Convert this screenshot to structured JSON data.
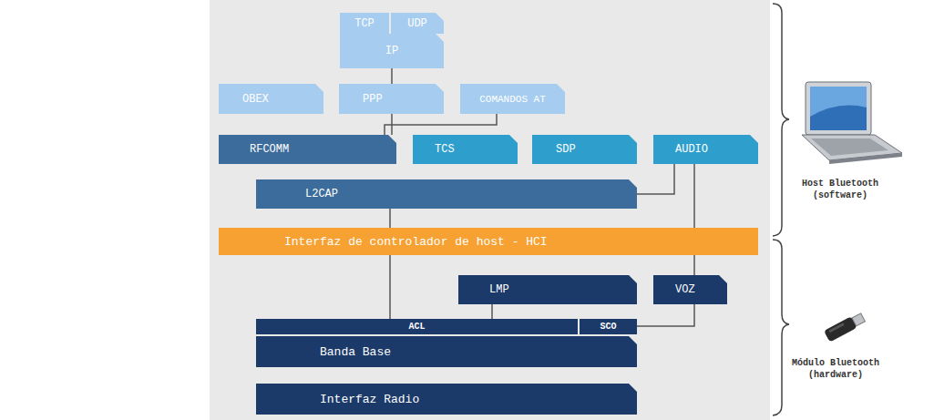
{
  "diagram": {
    "nodes": [
      {
        "text": [
          "TCP"
        ]
      },
      {
        "text": [
          "UDP"
        ]
      },
      {
        "text": [
          "IP"
        ]
      },
      {
        "text": [
          "OBEX"
        ]
      },
      {
        "text": [
          "PPP"
        ]
      },
      {
        "text": [
          "COMANDOS AT"
        ]
      },
      {
        "text": [
          "RFCOMM"
        ]
      },
      {
        "text": [
          "TCS"
        ]
      },
      {
        "text": [
          "SDP"
        ]
      },
      {
        "text": [
          "AUDIO"
        ]
      },
      {
        "text": [
          "L2CAP"
        ]
      },
      {
        "text": [
          "Interfaz de controlador de host - HCI"
        ]
      },
      {
        "text": [
          "LMP"
        ]
      },
      {
        "text": [
          "VOZ"
        ]
      },
      {
        "text": [
          "ACL"
        ]
      },
      {
        "text": [
          "SCO"
        ]
      },
      {
        "text": [
          "Banda Base"
        ]
      },
      {
        "text": [
          "Interfaz Radio"
        ]
      }
    ],
    "edges": [
      {
        "from": 2,
        "to": 4,
        "arrow": "none"
      },
      {
        "from": 4,
        "to": 6,
        "arrow": "none"
      },
      {
        "from": 5,
        "to": 6,
        "arrow": "none"
      },
      {
        "from": 10,
        "to": 11,
        "arrow": "none"
      },
      {
        "from": 9,
        "to": 10,
        "arrow": "none"
      },
      {
        "from": 9,
        "to": 11,
        "arrow": "none"
      },
      {
        "from": 11,
        "to": 14,
        "arrow": "none"
      },
      {
        "from": 12,
        "to": 14,
        "arrow": "none"
      },
      {
        "from": 11,
        "to": 13,
        "arrow": "none"
      },
      {
        "from": 13,
        "to": 15,
        "arrow": "none"
      }
    ],
    "labels": [
      "Host Bluetooth (software)",
      "Módulo Bluetooth (hardware)"
    ]
  }
}
